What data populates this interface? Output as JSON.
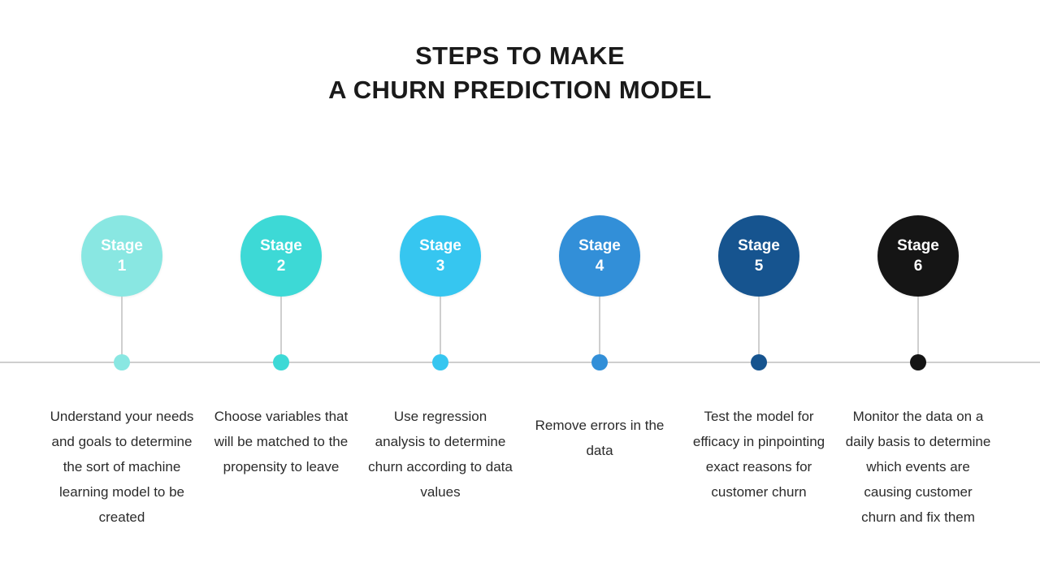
{
  "title": {
    "line1": "STEPS TO MAKE",
    "line2": "A CHURN PREDICTION MODEL"
  },
  "axis": {
    "color": "#cfcfcf"
  },
  "stages": [
    {
      "word": "Stage",
      "number": "1",
      "color": "#89E7E2",
      "description": "Understand your needs and goals to determine the sort of machine learning model to be created"
    },
    {
      "word": "Stage",
      "number": "2",
      "color": "#3DD9D6",
      "description": "Choose variables that will be matched to the propensity to leave"
    },
    {
      "word": "Stage",
      "number": "3",
      "color": "#36C6F0",
      "description": "Use regression analysis to determine churn according to data values"
    },
    {
      "word": "Stage",
      "number": "4",
      "color": "#328FD8",
      "description": "Remove errors in the data"
    },
    {
      "word": "Stage",
      "number": "5",
      "color": "#16548F",
      "description": "Test the model for efficacy in pinpointing exact reasons for customer churn"
    },
    {
      "word": "Stage",
      "number": "6",
      "color": "#151515",
      "description": "Monitor the data on a daily basis to determine which events are causing customer churn and fix them"
    }
  ]
}
